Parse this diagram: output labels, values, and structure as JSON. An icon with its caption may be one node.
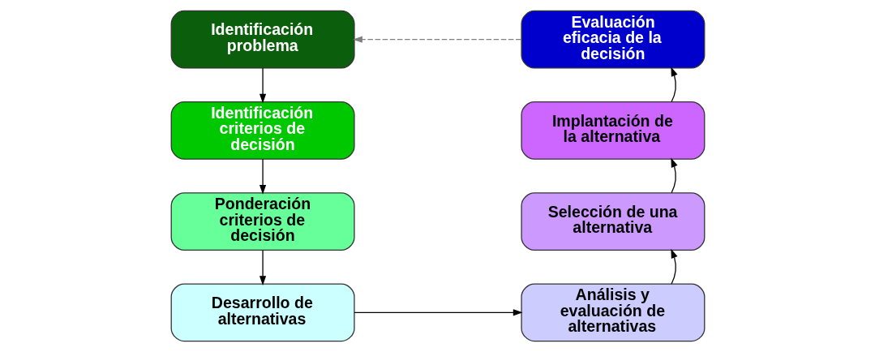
{
  "diagram": {
    "nodes": [
      {
        "text": [
          "Identificación problema"
        ]
      },
      {
        "text": [
          "Identificación criterios de decisión"
        ]
      },
      {
        "text": [
          "Ponderación criterios de decisión"
        ]
      },
      {
        "text": [
          "Desarrollo de alternativas"
        ]
      },
      {
        "text": [
          "Análisis y evaluación de alternativas"
        ]
      },
      {
        "text": [
          "Selección de una alternativa"
        ]
      },
      {
        "text": [
          "Implantación de la alternativa"
        ]
      },
      {
        "text": [
          "Evaluación eficacia de la decisión"
        ]
      }
    ],
    "edges": [
      {
        "from": 0,
        "to": 1,
        "arrow": "to"
      },
      {
        "from": 1,
        "to": 2,
        "arrow": "to"
      },
      {
        "from": 2,
        "to": 3,
        "arrow": "to"
      },
      {
        "from": 3,
        "to": 4,
        "arrow": "to"
      },
      {
        "from": 4,
        "to": 5,
        "arrow": "to"
      },
      {
        "from": 5,
        "to": 6,
        "arrow": "to"
      },
      {
        "from": 6,
        "to": 7,
        "arrow": "to"
      },
      {
        "from": 7,
        "to": 0,
        "arrow": "to",
        "style": "dashed",
        "color": "#808080"
      }
    ]
  }
}
